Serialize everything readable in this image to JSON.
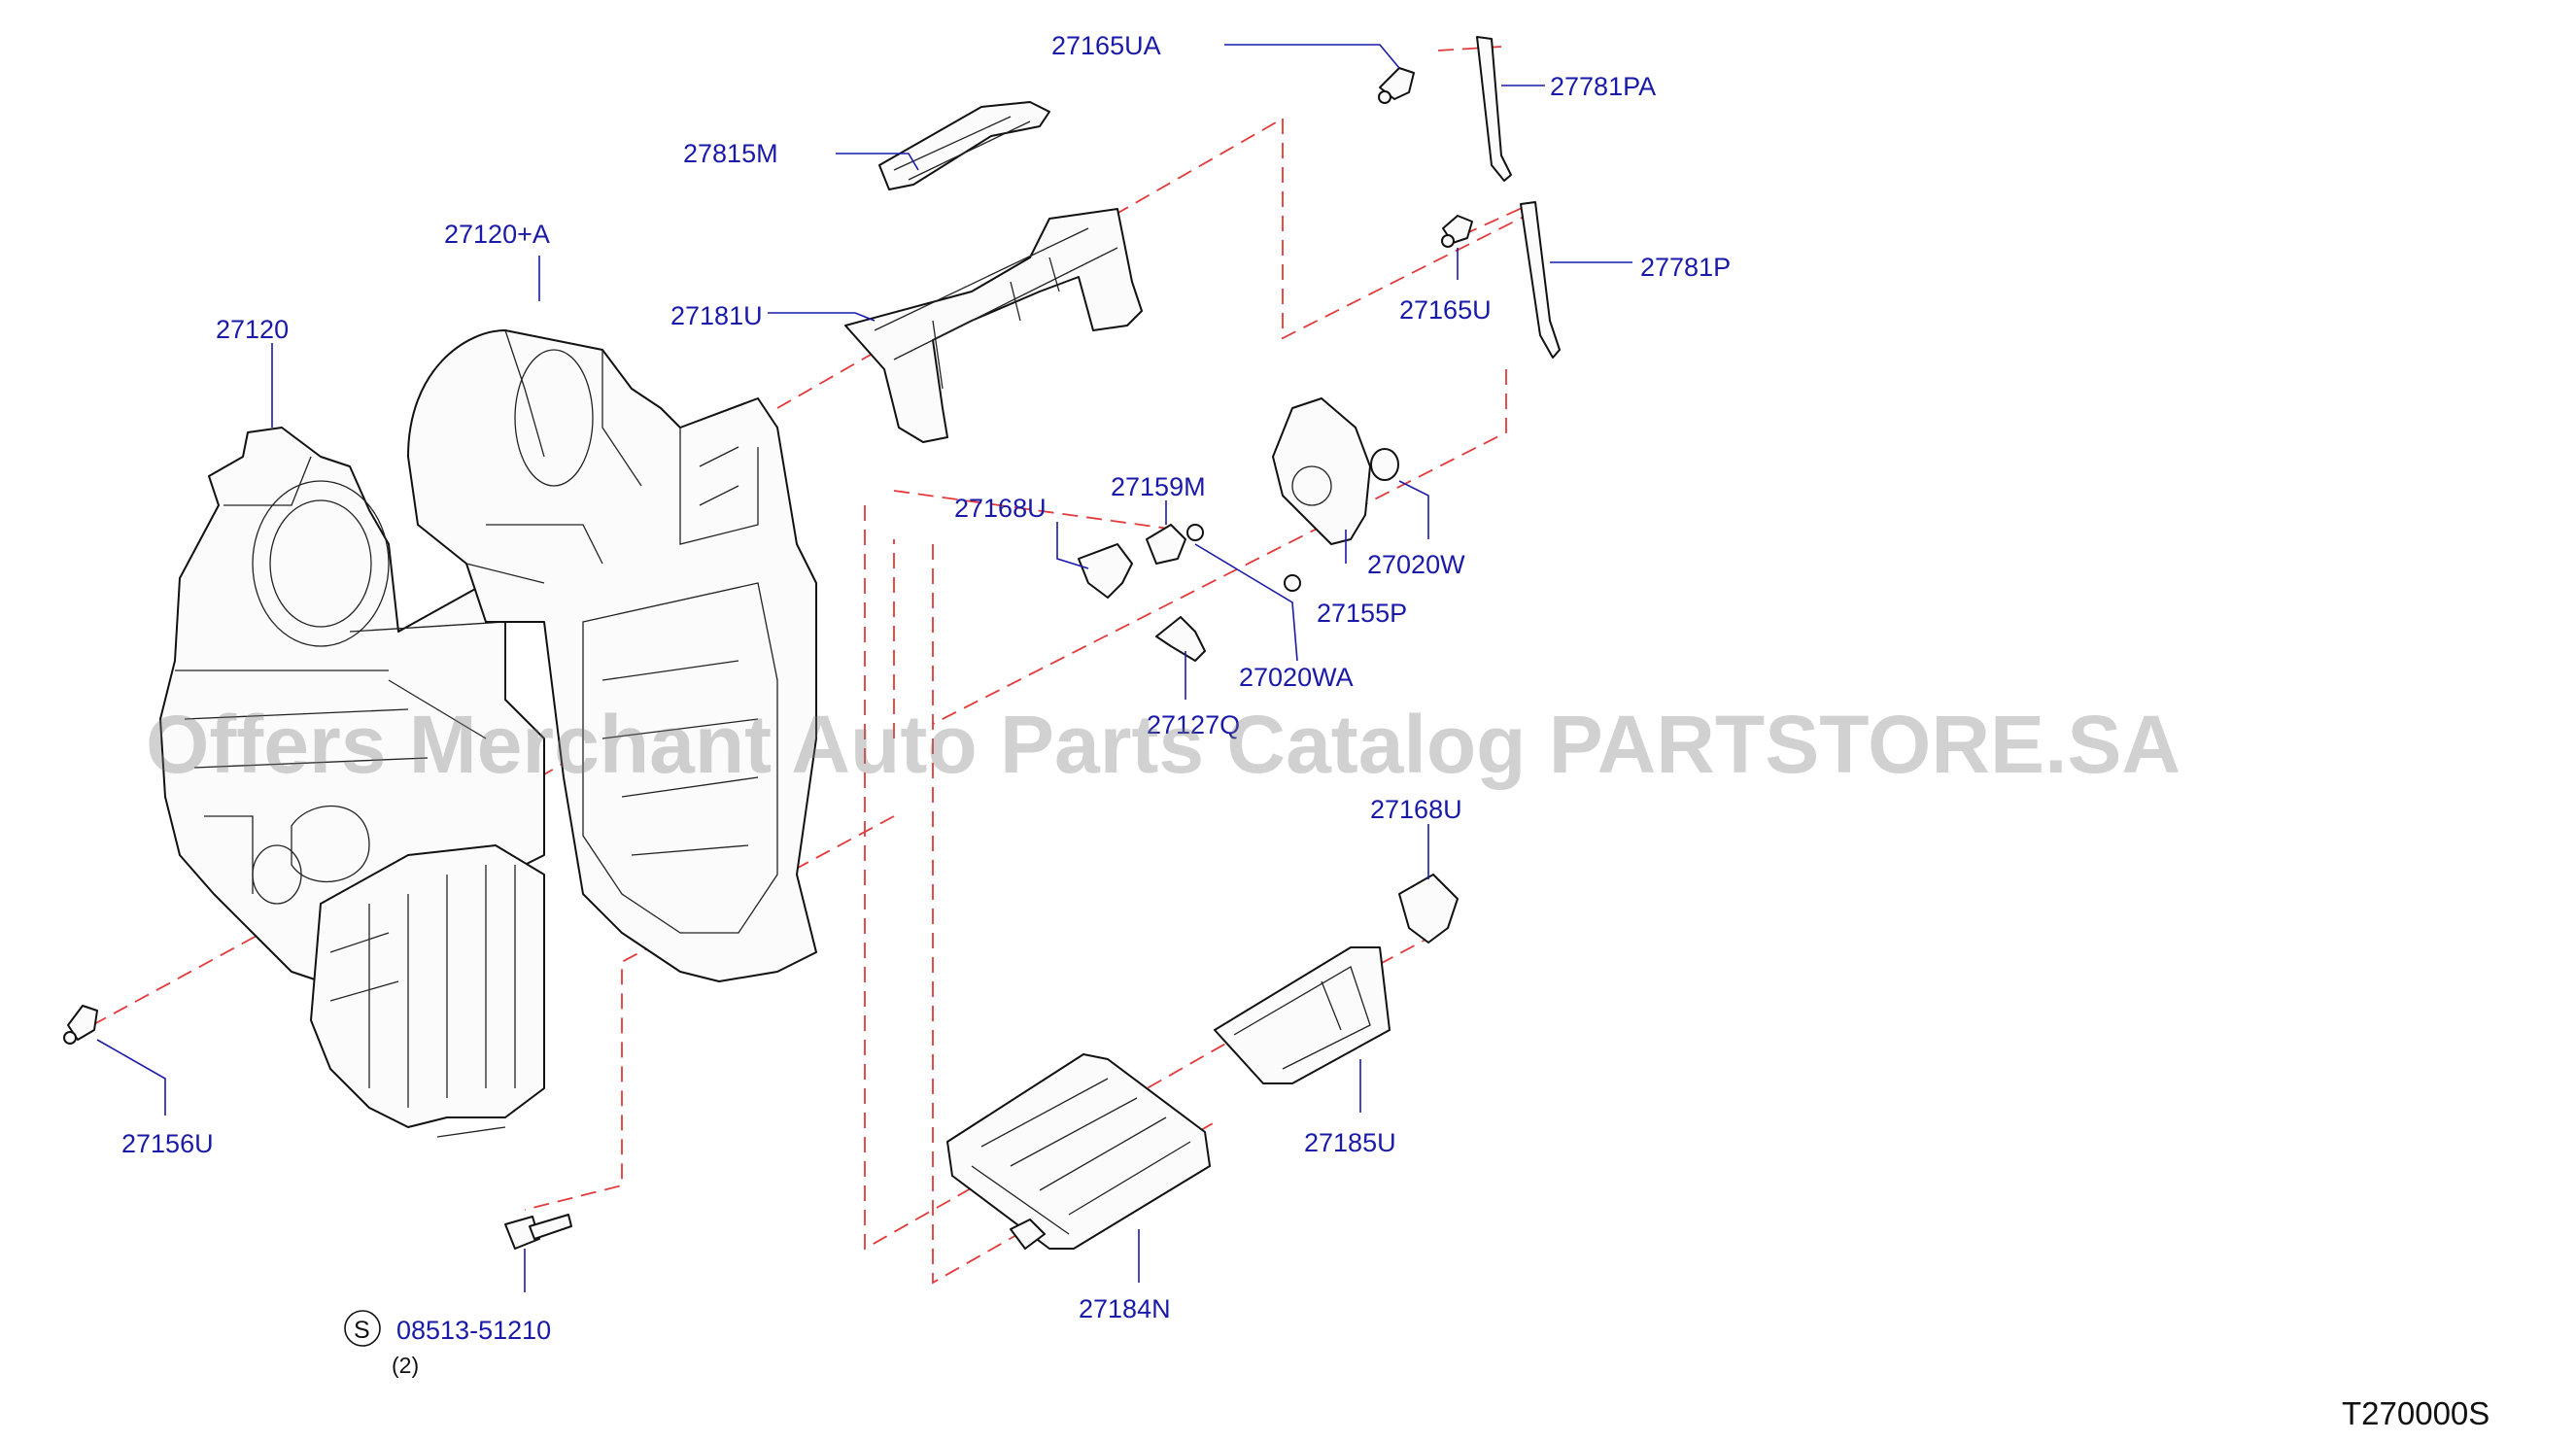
{
  "watermark": "Offers Merchant Auto Parts Catalog PARTSTORE.SA",
  "diagram_code": "T270000S",
  "labels": {
    "p27165UA": "27165UA",
    "p27781PA": "27781PA",
    "p27815M": "27815M",
    "p27120A": "27120+A",
    "p27781P": "27781P",
    "p27120": "27120",
    "p27181U": "27181U",
    "p27165U": "27165U",
    "p27159M": "27159M",
    "p27168U_top": "27168U",
    "p27020W": "27020W",
    "p27155P": "27155P",
    "p27020WA": "27020WA",
    "p27127Q": "27127Q",
    "p27168U_bottom": "27168U",
    "p27185U": "27185U",
    "p27156U": "27156U",
    "p27184N": "27184N",
    "p08513": "08513-51210",
    "screw_symbol": "S",
    "screw_qty": "(2)"
  },
  "colors": {
    "label_blue": "#1a1aa8",
    "dashed_red": "#e23a3a",
    "line_black": "#111111"
  }
}
